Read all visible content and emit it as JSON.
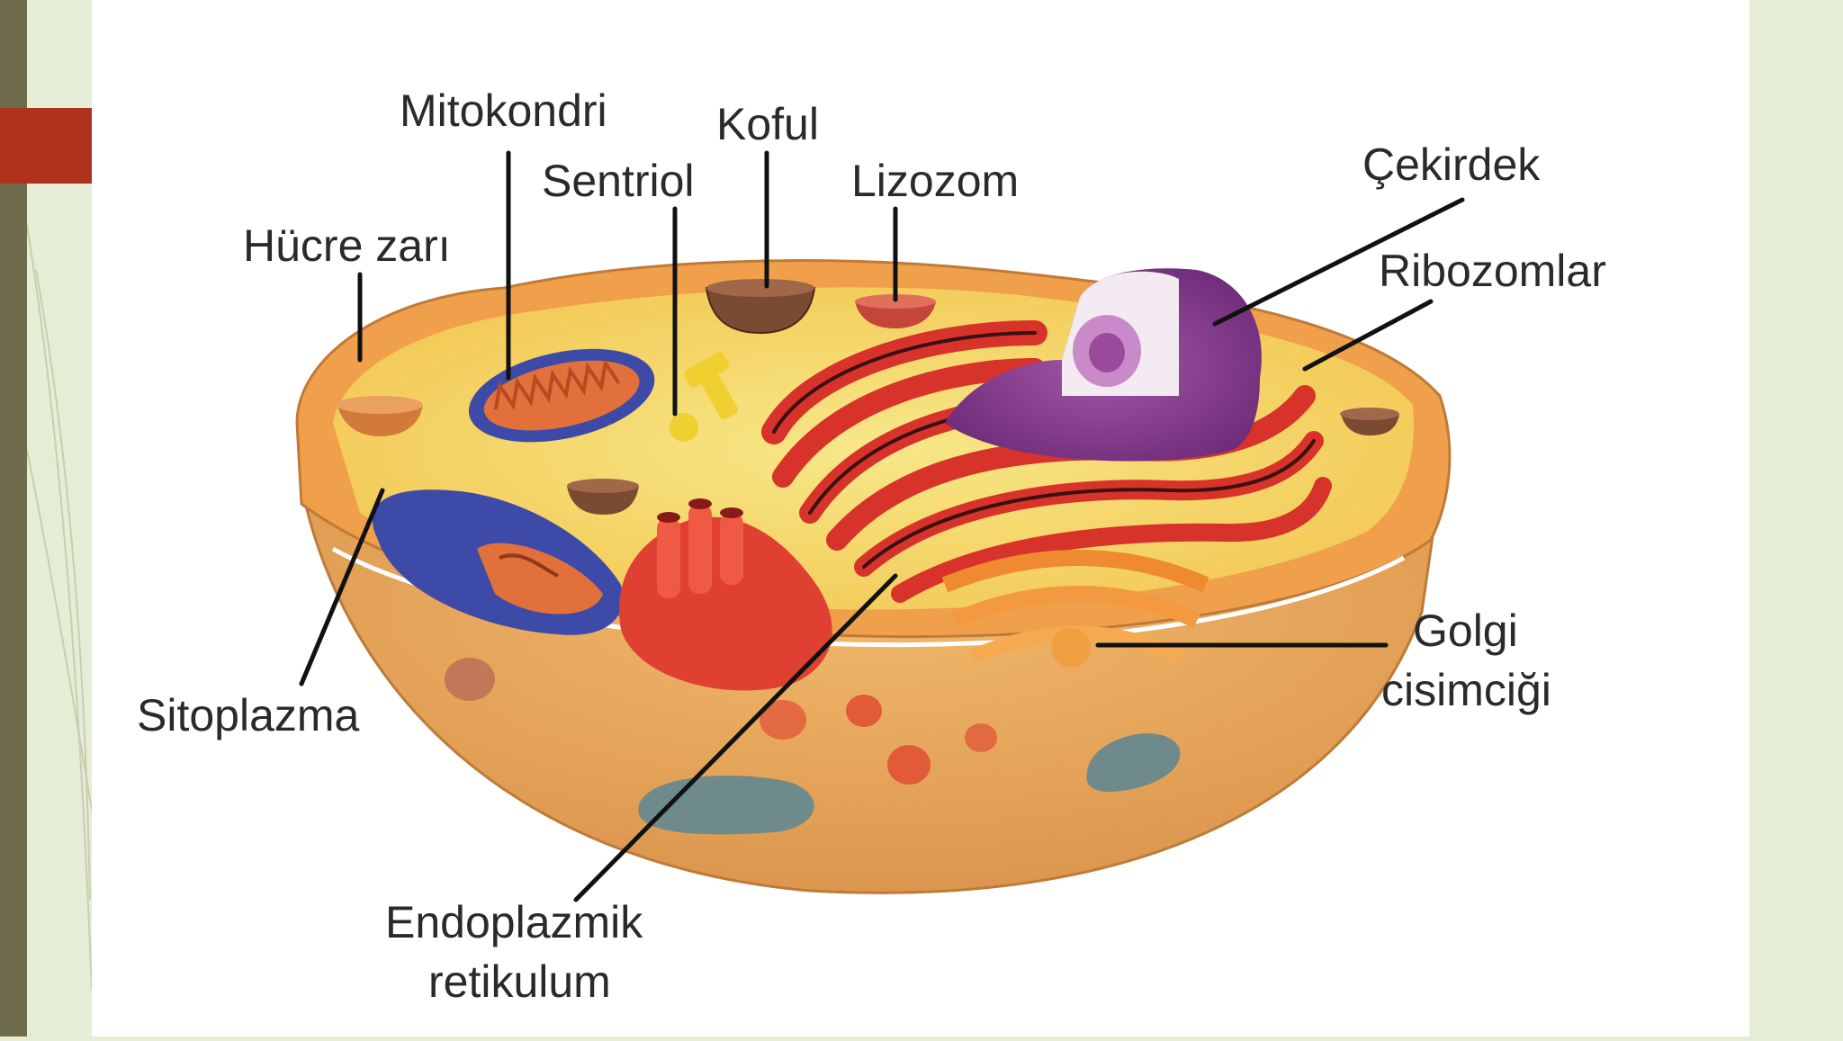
{
  "diagram": {
    "labels": {
      "mitokondri": "Mitokondri",
      "koful": "Koful",
      "sentriol": "Sentriol",
      "lizozom": "Lizozom",
      "cekirdek": "Çekirdek",
      "hucre_zari": "Hücre zarı",
      "ribozomlar": "Ribozomlar",
      "golgi_line1": "Golgi",
      "golgi_line2": "cisimciği",
      "sitoplazma": "Sitoplazma",
      "er_line1": "Endoplazmik",
      "er_line2": "retikulum"
    }
  },
  "colors": {
    "accent": "#b0321c",
    "sidebar": "#6f6b4d",
    "panel": "#e6edd6",
    "er": "#d8332b",
    "nucleus": "#8b3a8f",
    "mitochondria": "#3e4aa8",
    "cytoplasm": "#f3d86a",
    "cell_base": "#e3a15a"
  }
}
